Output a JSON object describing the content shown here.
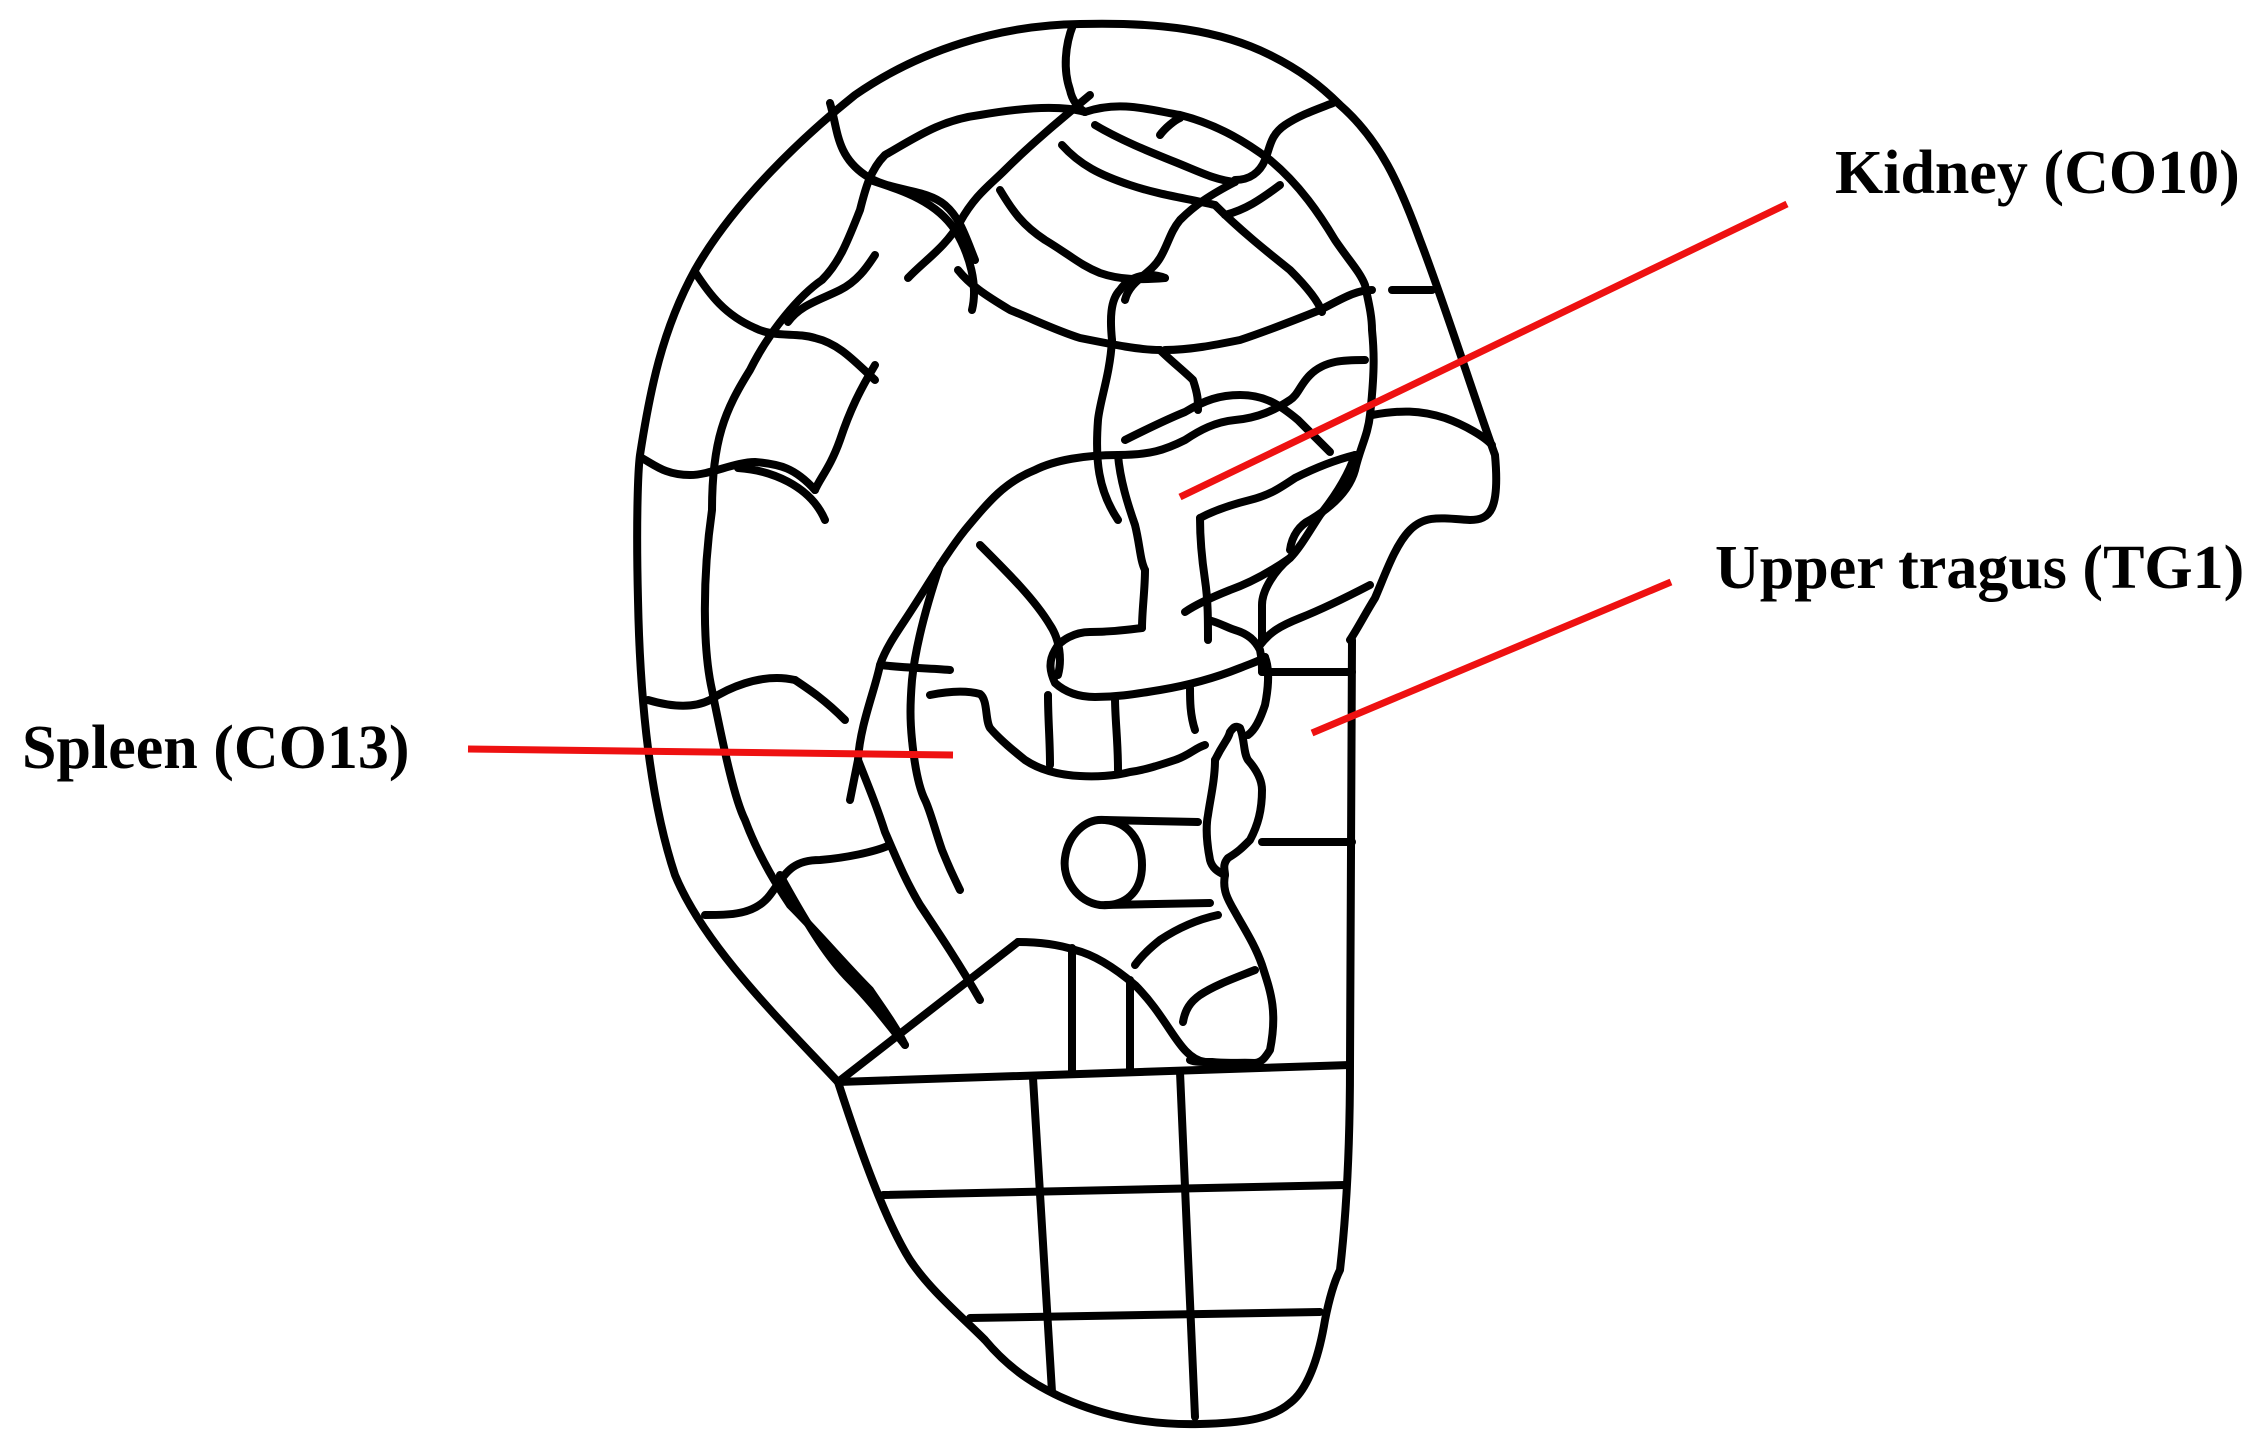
{
  "colors": {
    "outline": "#000000",
    "leader": "#ee1111",
    "background": "#ffffff"
  },
  "labels": {
    "kidney": "Kidney (CO10)",
    "upper_tragus": "Upper tragus (TG1)",
    "spleen": "Spleen (CO13)"
  }
}
